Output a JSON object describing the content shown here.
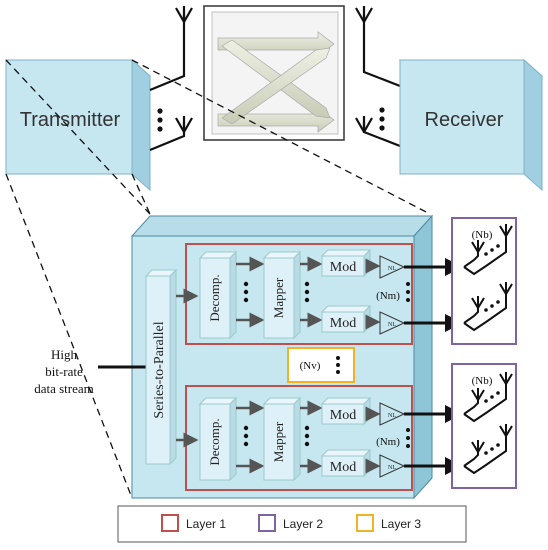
{
  "top": {
    "transmitter_label": "Transmitter",
    "receiver_label": "Receiver"
  },
  "block": {
    "input_label_line1": "High",
    "input_label_line2": "bit-rate",
    "input_label_line3": "data stream",
    "s2p_label": "Series-to-Parallel",
    "decomp_label": "Decomp.",
    "mapper_label": "Mapper",
    "mod_label": "Mod",
    "amp_label": "NL",
    "nb_label": "(Nb)",
    "nm_label": "(Nm)",
    "nv_label": "(Nv)"
  },
  "legend": {
    "items": [
      {
        "label": "Layer 1",
        "color": "#c0504d"
      },
      {
        "label": "Layer 2",
        "color": "#8064a2"
      },
      {
        "label": "Layer 3",
        "color": "#f0b323"
      }
    ]
  },
  "colors": {
    "box_front": "#c6e6f0",
    "box_edge": "#6fa8bd",
    "component": "#dff1f8",
    "arrow": "#555555"
  }
}
